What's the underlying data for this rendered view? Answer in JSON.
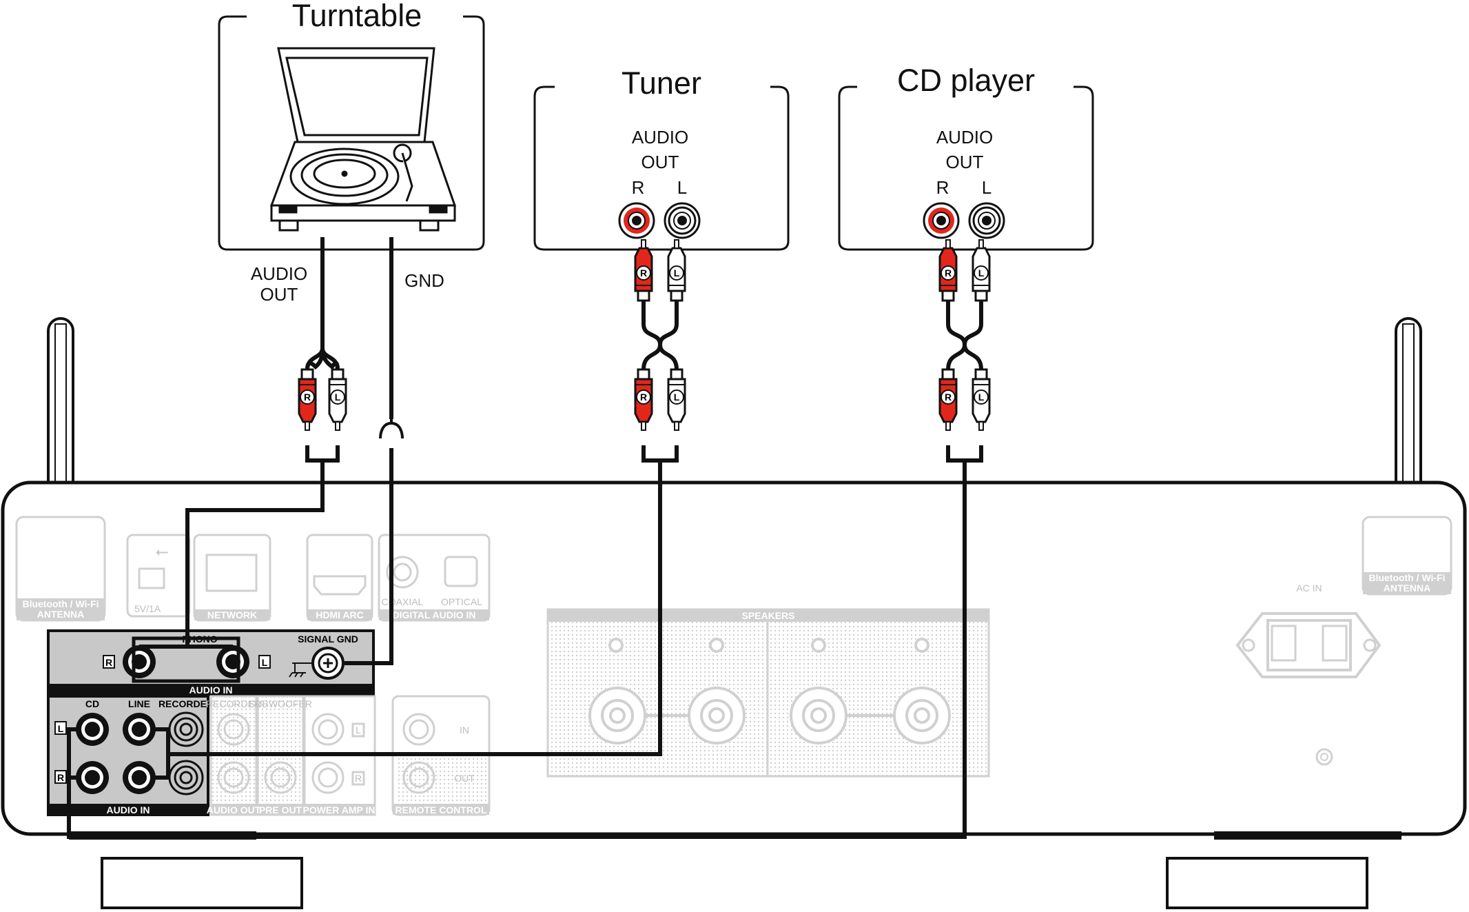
{
  "devices": {
    "turntable": {
      "title": "Turntable",
      "audio_out_line1": "AUDIO",
      "audio_out_line2": "OUT",
      "gnd": "GND"
    },
    "tuner": {
      "title": "Tuner",
      "audio_line1": "AUDIO",
      "audio_line2": "OUT",
      "r": "R",
      "l": "L"
    },
    "cd_player": {
      "title": "CD player",
      "audio_line1": "AUDIO",
      "audio_line2": "OUT",
      "r": "R",
      "l": "L"
    }
  },
  "plugs": {
    "r": "R",
    "l": "L"
  },
  "amplifier": {
    "antenna_label_line1": "Bluetooth / Wi-Fi",
    "antenna_label_line2": "ANTENNA",
    "usb_label": "5V/1A",
    "network_label": "NETWORK",
    "hdmi_label": "HDMI ARC",
    "coaxial_label": "COAXIAL",
    "optical_label": "OPTICAL",
    "digital_audio_in_label": "DIGITAL AUDIO IN",
    "phono_label": "PHONO",
    "signal_gnd_label": "SIGNAL GND",
    "phono_audio_in_label": "AUDIO IN",
    "cd_label": "CD",
    "line_label": "LINE",
    "recorder_label": "RECORDER",
    "recorder_out_label": "RECORDER",
    "subwoofer_label": "SUBWOOFER",
    "audio_out_label": "AUDIO OUT",
    "pre_out_label": "PRE OUT",
    "power_amp_in_label": "POWER AMP IN",
    "audio_in_label": "AUDIO IN",
    "remote_in_label": "IN",
    "remote_out_label": "OUT",
    "remote_control_label": "REMOTE CONTROL",
    "speakers_label": "SPEAKERS",
    "ac_in_label": "AC IN",
    "jack_l": "L",
    "jack_r": "R"
  },
  "colors": {
    "red": "#e3261c",
    "outline": "#111111",
    "faded": "#cfcfcf",
    "panel": "#c8c8c8"
  }
}
